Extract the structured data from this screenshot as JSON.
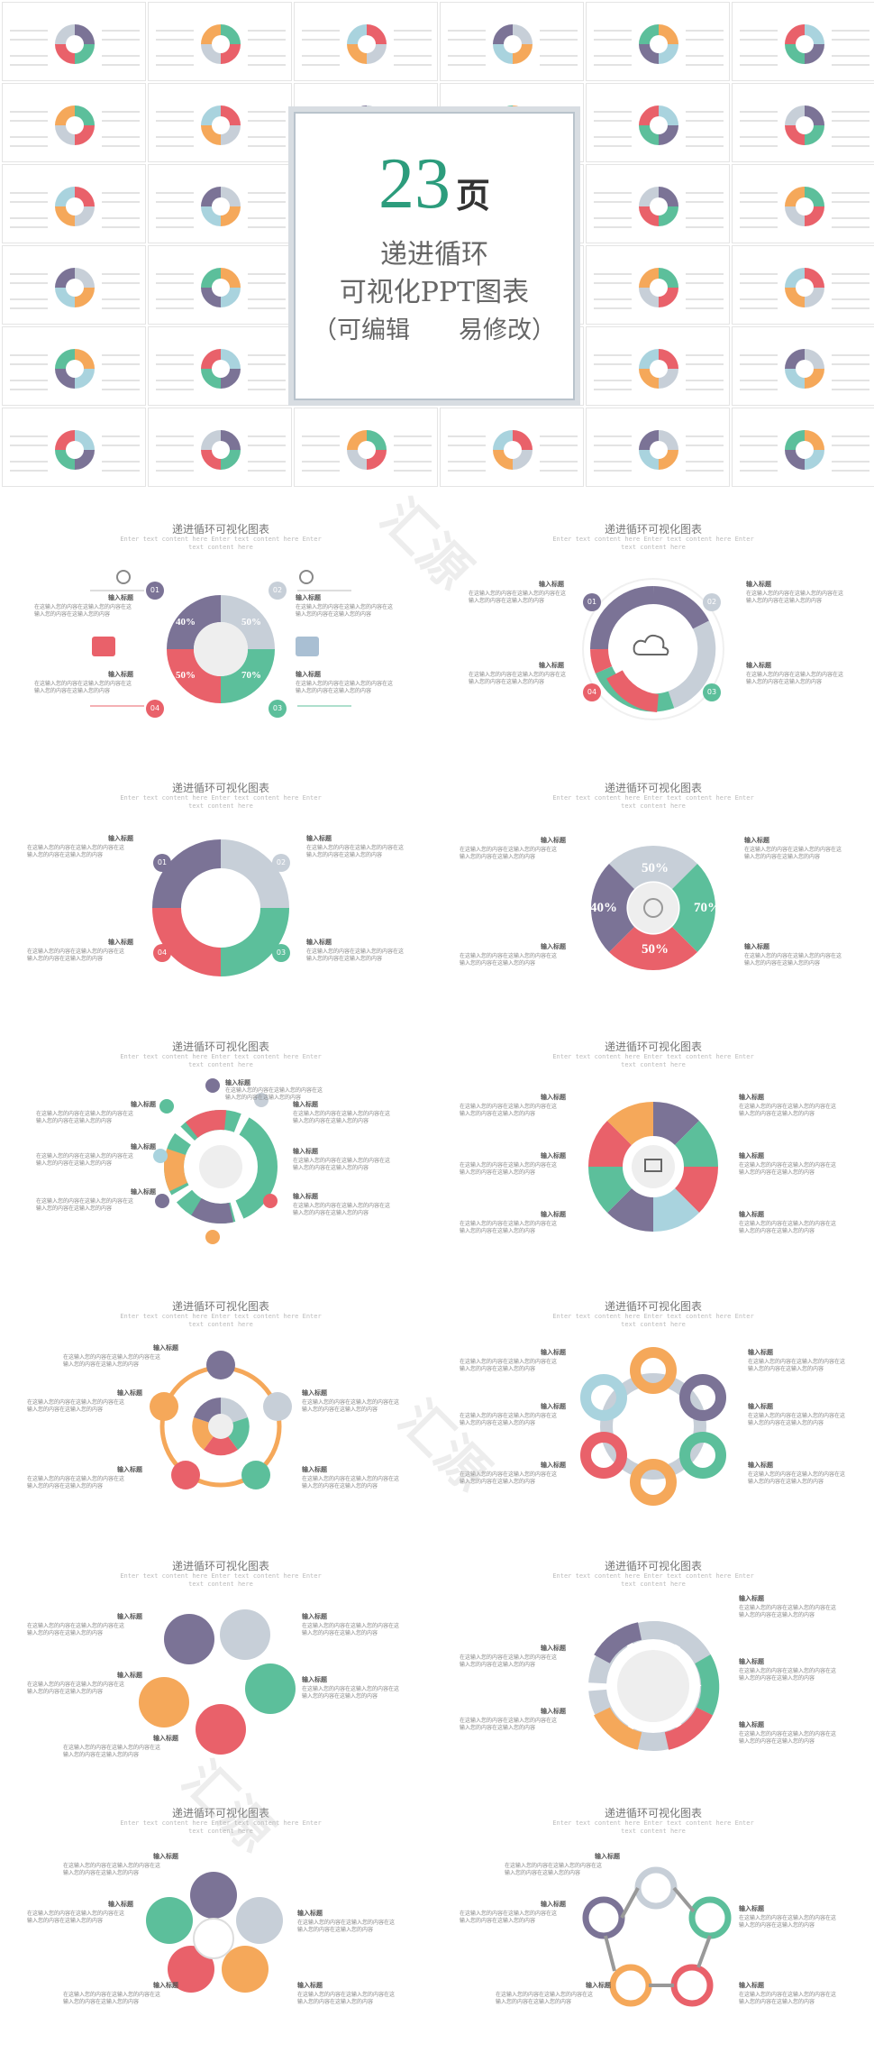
{
  "cover": {
    "number": "23",
    "unit": "页",
    "line1": "递进循环",
    "line2": "可视化PPT图表",
    "line3": "（可编辑　　易修改）"
  },
  "slide_title": "递进循环可视化图表",
  "slide_sub": "Enter text content here Enter text content here Enter text content here",
  "label": "输入标题",
  "body": "在这输入您的内容在这输入您的内容在这输入您的内容在这输入您的内容",
  "slide1": {
    "nums": [
      "01",
      "02",
      "03",
      "04"
    ],
    "pcts": [
      "40%",
      "50%",
      "70%",
      "50%"
    ]
  },
  "slide2": {
    "nums": [
      "01",
      "02",
      "03",
      "04"
    ]
  },
  "slide3": {
    "nums": [
      "01",
      "02",
      "03",
      "04"
    ]
  },
  "slide4": {
    "pcts": [
      "50%",
      "40%",
      "70%",
      "50%"
    ]
  },
  "watermark": "汇源",
  "colors": {
    "purple": "#7b7396",
    "green": "#5cbf9b",
    "red": "#e9616a",
    "grey": "#c7cfd8",
    "orange": "#f5a85a",
    "blue": "#a9d3de",
    "accent": "#2c9c7c"
  }
}
